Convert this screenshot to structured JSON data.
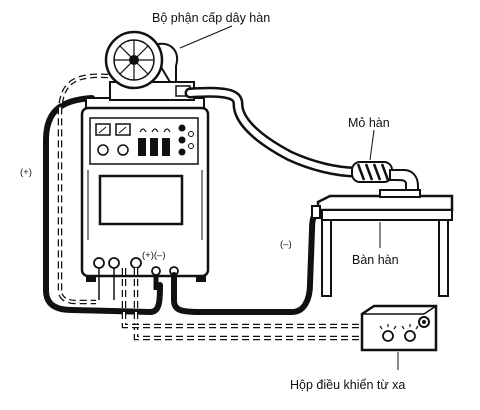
{
  "labels": {
    "wire_feeder": "Bộ phận cấp dây hàn",
    "torch": "Mỏ hàn",
    "table": "Bàn hàn",
    "remote": "Hộp điều khiển từ xa",
    "plus_left": "(+)",
    "minus_right": "(–)",
    "terminals": "(+)(–)"
  },
  "colors": {
    "ink": "#111111",
    "paper": "#ffffff"
  }
}
